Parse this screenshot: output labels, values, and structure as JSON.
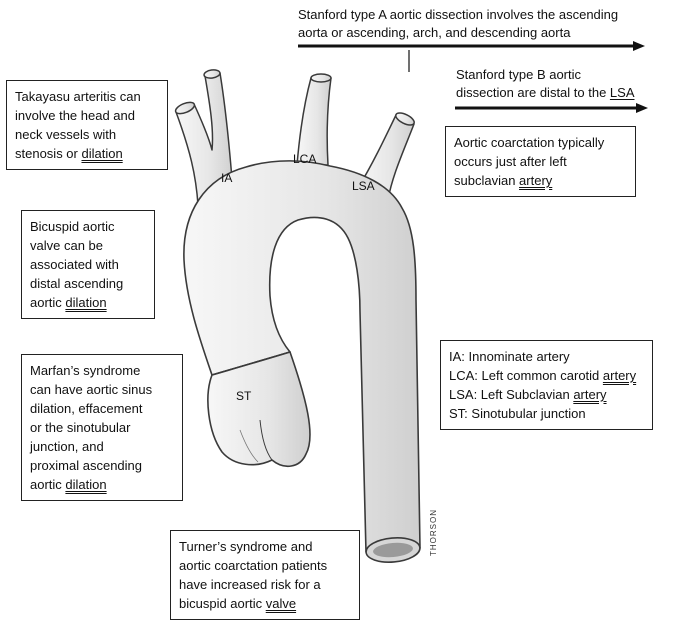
{
  "stanford_a": {
    "line1": "Stanford type A aortic dissection involves the ascending",
    "line2": "aorta or ascending, arch, and descending aorta"
  },
  "stanford_b": {
    "line1": "Stanford type B aortic",
    "line2_prefix": "dissection are distal to the ",
    "line2_link": "LSA"
  },
  "takayasu": {
    "line1": "Takayasu arteritis can",
    "line2": "involve the head and",
    "line3": "neck vessels with",
    "line4_prefix": "stenosis or ",
    "line4_u": "dilation"
  },
  "coarctation": {
    "line1": "Aortic coarctation typically",
    "line2": "occurs just after left",
    "line3_prefix": "subclavian ",
    "line3_u": "artery"
  },
  "bicuspid": {
    "line1": "Bicuspid aortic",
    "line2": "valve can be",
    "line3": "associated with",
    "line4": "distal ascending",
    "line5_prefix": "aortic ",
    "line5_u": "dilation"
  },
  "marfan": {
    "line1": "Marfan’s syndrome",
    "line2": "can have aortic sinus",
    "line3": "dilation, effacement",
    "line4": "or the sinotubular",
    "line5": "junction, and",
    "line6": "proximal ascending",
    "line7_prefix": "aortic ",
    "line7_u": "dilation"
  },
  "legend": {
    "ia": "IA: Innominate artery",
    "lca_prefix": "LCA: Left common carotid ",
    "lca_u": "artery",
    "lsa_prefix": "LSA: Left Subclavian ",
    "lsa_u": "artery",
    "st": "ST: Sinotubular junction"
  },
  "turner": {
    "line1": "Turner’s syndrome and",
    "line2": "aortic coarctation patients",
    "line3": "have increased risk for a",
    "line4_prefix": "bicuspid aortic ",
    "line4_u": "valve"
  },
  "labels": {
    "ia": "IA",
    "lca": "LCA",
    "lsa": "LSA",
    "st": "ST"
  },
  "signature": "THORSON",
  "colors": {
    "vessel_fill": "#ededed",
    "vessel_stroke": "#3a3a3a",
    "arrow": "#111111"
  }
}
